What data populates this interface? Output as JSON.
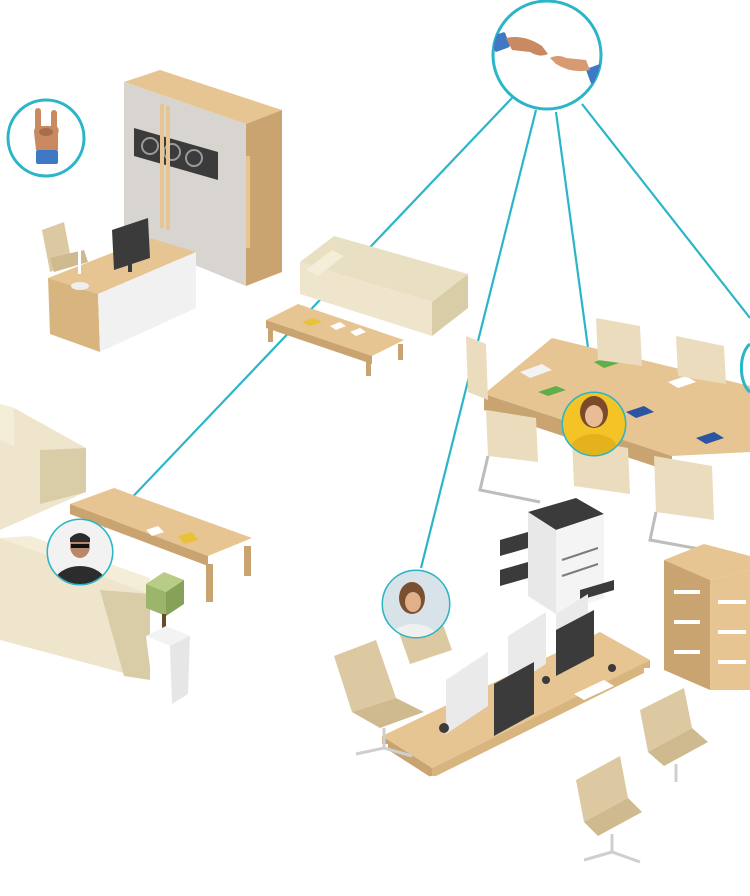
{
  "scene": {
    "theme": "isometric-office-illustration",
    "colors": {
      "background": "#ffffff",
      "connector": "#2bb5c8",
      "wood": "#e6c592",
      "wood_side": "#c9a470",
      "cream": "#eee5cc",
      "cream_dark": "#d9cda8",
      "chair": "#dcc9a2",
      "white_panel": "#f2f2f2",
      "grey": "#bdbdbd",
      "dark": "#3b3b3b",
      "plant": "#9bb56a",
      "skin": "#c98a62",
      "cuff": "#3f78c4"
    },
    "avatars": [
      {
        "name": "rock-hand-icon",
        "kind": "icon"
      },
      {
        "name": "handshake-icon",
        "kind": "icon"
      },
      {
        "name": "woman-yellow-avatar",
        "kind": "photo"
      },
      {
        "name": "man-sunglasses-avatar",
        "kind": "photo"
      },
      {
        "name": "woman-desk-avatar",
        "kind": "photo"
      }
    ]
  }
}
